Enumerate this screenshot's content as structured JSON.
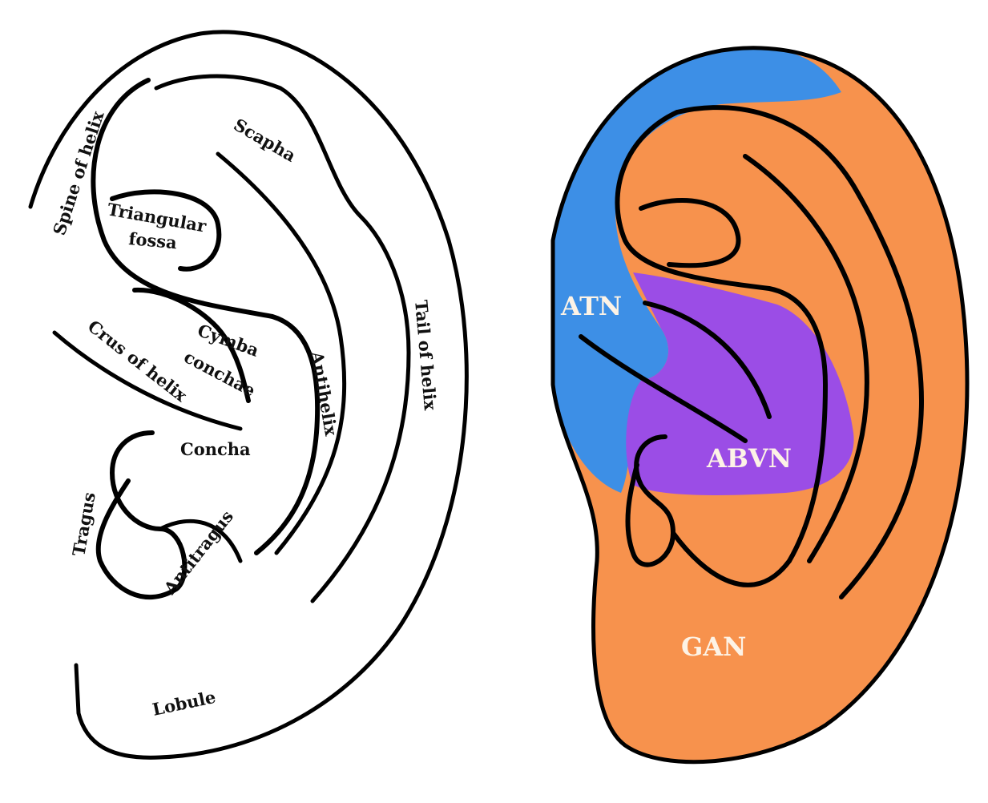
{
  "anatomy": {
    "spine_of_helix": "Spine of helix",
    "scapha": "Scapha",
    "triangular": "Triangular",
    "fossa": "fossa",
    "tail_of_helix": "Tail of helix",
    "cymba": "Cymba",
    "conchae": "conchae",
    "crus_of_helix": "Crus of helix",
    "antihelix": "Antihelix",
    "concha": "Concha",
    "tragus": "Tragus",
    "antitragus": "Antitragus",
    "lobule": "Lobule"
  },
  "innervation": {
    "atn": "ATN",
    "abvn": "ABVN",
    "gan": "GAN"
  },
  "colors": {
    "atn_region": "#3d8fe6",
    "abvn_region": "#9b4de6",
    "gan_region": "#f7924d",
    "outline": "#000000"
  }
}
